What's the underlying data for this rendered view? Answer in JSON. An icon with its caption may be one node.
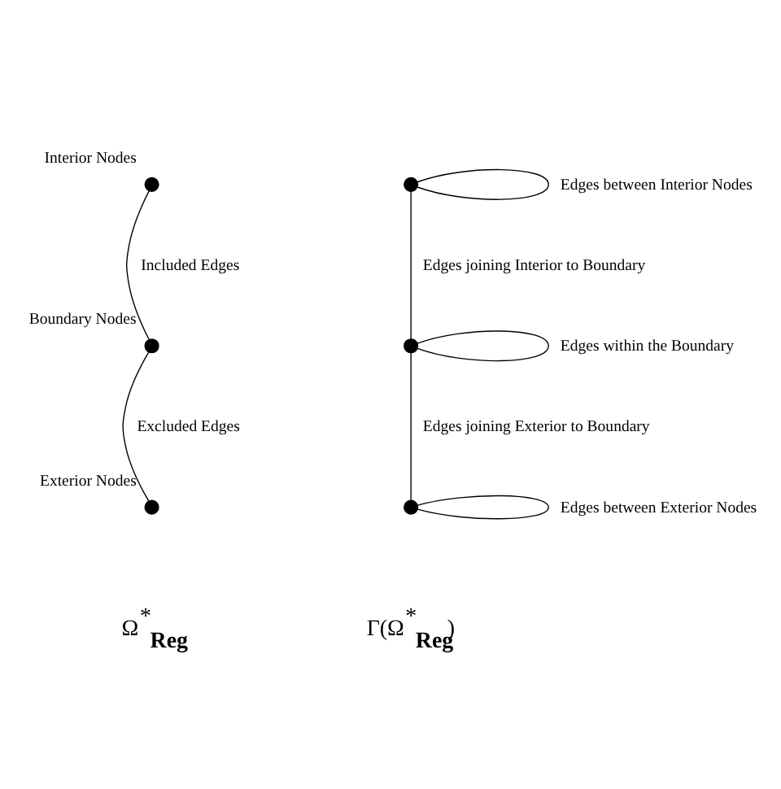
{
  "diagram": {
    "nodes": [
      {
        "text": [],
        "shape": "circle",
        "beside": [
          "Interior Nodes"
        ]
      },
      {
        "text": [],
        "shape": "circle",
        "beside": [
          "Boundary Nodes"
        ]
      },
      {
        "text": [],
        "shape": "circle",
        "beside": [
          "Exterior Nodes"
        ]
      },
      {
        "text": [],
        "shape": "circle"
      },
      {
        "text": [],
        "shape": "circle"
      },
      {
        "text": [],
        "shape": "circle"
      }
    ],
    "edges": [
      {
        "from": 0,
        "to": 1,
        "arrow": "none",
        "label": "Included Edges"
      },
      {
        "from": 1,
        "to": 2,
        "arrow": "none",
        "label": "Excluded Edges"
      },
      {
        "from": 3,
        "to": 3,
        "arrow": "none",
        "label": "Edges between Interior Nodes"
      },
      {
        "from": 3,
        "to": 4,
        "arrow": "none",
        "label": "Edges joining Interior to Boundary"
      },
      {
        "from": 4,
        "to": 4,
        "arrow": "none",
        "label": "Edges within the Boundary"
      },
      {
        "from": 4,
        "to": 5,
        "arrow": "none",
        "label": "Edges joining Exterior to Boundary"
      },
      {
        "from": 5,
        "to": 5,
        "arrow": "none",
        "label": "Edges between Exterior Nodes"
      }
    ],
    "labels": [
      "Ω$^{*}$$_{Reg}$",
      "Γ(Ω$^{*}$$_{Reg}$)"
    ]
  }
}
